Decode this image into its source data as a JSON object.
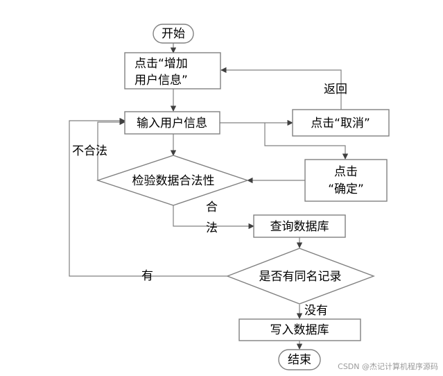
{
  "nodes": {
    "start": "开始",
    "click_add_line1": "点击“增加",
    "click_add_line2": "用户信息”",
    "input_info": "输入用户信息",
    "click_cancel": "点击“取消”",
    "click_confirm_line1": "点击",
    "click_confirm_line2": "“确定”",
    "validate": "检验数据合法性",
    "query_db": "查询数据库",
    "same_name": "是否有同名记录",
    "write_db": "写入数据库",
    "end": "结束"
  },
  "labels": {
    "return": "返回",
    "invalid": "不合法",
    "valid_1": "合",
    "valid_2": "法",
    "has": "有",
    "none": "没有"
  },
  "watermark": "CSDN @杰记计算机程序源码"
}
